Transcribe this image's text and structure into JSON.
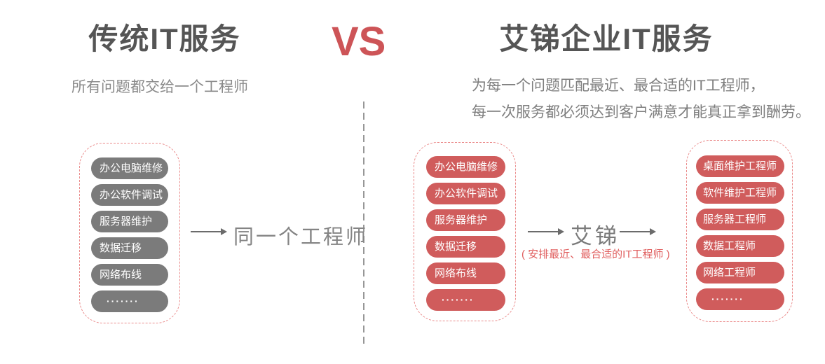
{
  "header": {
    "left_title": "传统IT服务",
    "vs_label": "VS",
    "right_title": "艾锑企业IT服务",
    "left_subtitle": "所有问题都交给一个工程师",
    "right_subtitle_line1": "为每一个问题匹配最近、最合适的IT工程师，",
    "right_subtitle_line2": "每一次服务都必须达到客户满意才能真正拿到酬劳。"
  },
  "traditional": {
    "services": [
      "办公电脑维修",
      "办公软件调试",
      "服务器维护",
      "数据迁移",
      "网络布线",
      "·······"
    ],
    "result_label": "同一个工程师"
  },
  "aiti": {
    "services": [
      "办公电脑维修",
      "办公软件调试",
      "服务器维护",
      "数据迁移",
      "网络布线",
      "·······"
    ],
    "broker_label": "艾锑",
    "broker_note": "( 安排最近、最合适的IT工程师 )",
    "engineers": [
      "桌面维护工程师",
      "软件维护工程师",
      "服务器工程师",
      "数据工程师",
      "网络工程师",
      "·······"
    ]
  },
  "colors": {
    "gray_pill": "#7b7b7b",
    "red_pill": "#d05c5c",
    "dashed_box_border": "#ea8a8a",
    "vs_red": "#cd5457",
    "note_red": "#e05e5e",
    "title_gray": "#555555",
    "subtitle_gray": "#8a8a8a",
    "divider_gray": "#979797",
    "arrow_gray": "#6b6b6b"
  }
}
